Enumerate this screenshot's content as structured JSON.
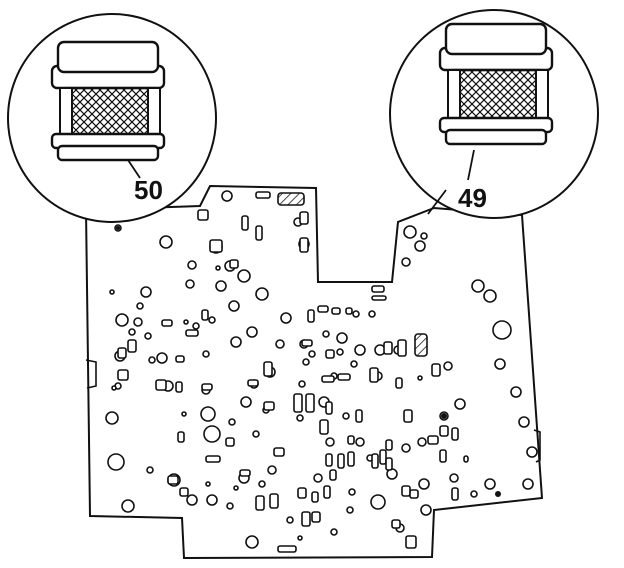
{
  "diagram": {
    "callouts": [
      {
        "id": "filter-50",
        "number": "50"
      },
      {
        "id": "filter-49",
        "number": "49"
      }
    ],
    "colors": {
      "line": "#111111",
      "background": "#ffffff",
      "hatch": "#222222"
    }
  }
}
